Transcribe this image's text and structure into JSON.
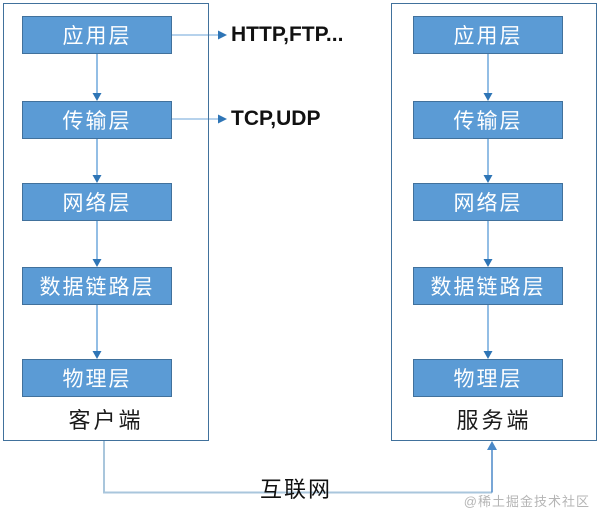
{
  "diagram": {
    "client": {
      "title": "客户端",
      "layers": [
        "应用层",
        "传输层",
        "网络层",
        "数据链路层",
        "物理层"
      ]
    },
    "server": {
      "title": "服务端",
      "layers": [
        "应用层",
        "传输层",
        "网络层",
        "数据链路层",
        "物理层"
      ]
    },
    "protocols": {
      "application": "HTTP,FTP...",
      "transport": "TCP,UDP"
    },
    "internet_label": "互联网",
    "watermark": "@稀土掘金技术社区",
    "colors": {
      "box_fill": "#5B9BD5",
      "box_border": "#41719C",
      "container_border": "#41719C",
      "arrow_stem": "#6FA8DC",
      "arrow_head": "#2E75B6",
      "connector_line": "#A9C6DC",
      "up_arrow": "#4A89C8",
      "box_text": "#ffffff",
      "label_text": "#111111",
      "watermark_text": "#b5b5b5"
    }
  }
}
